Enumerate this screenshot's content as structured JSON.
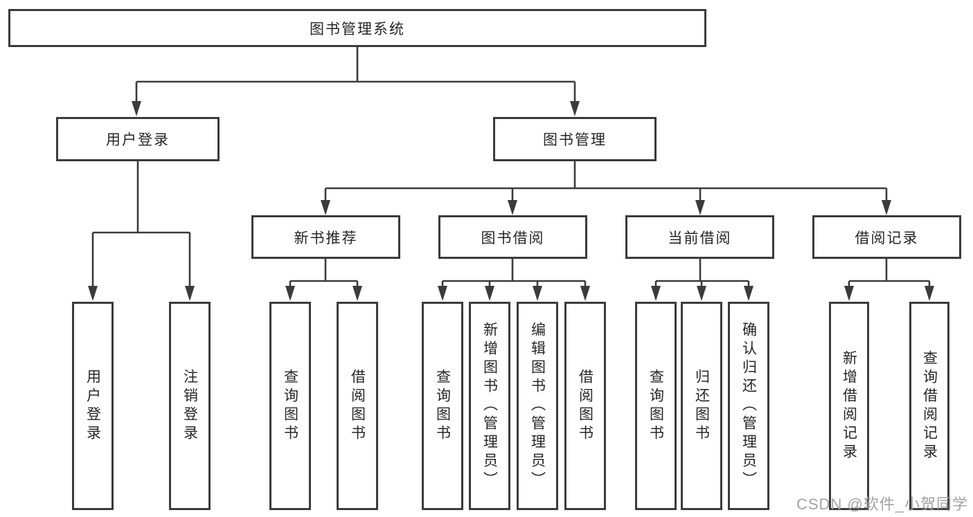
{
  "diagram": {
    "root": {
      "label": "图书管理系统"
    },
    "level2": [
      {
        "label": "用户登录"
      },
      {
        "label": "图书管理"
      }
    ],
    "level3": [
      {
        "label": "新书推荐",
        "parent": "图书管理"
      },
      {
        "label": "图书借阅",
        "parent": "图书管理"
      },
      {
        "label": "当前借阅",
        "parent": "图书管理"
      },
      {
        "label": "借阅记录",
        "parent": "图书管理"
      }
    ],
    "leaves": [
      {
        "label": "用户登录",
        "parent": "用户登录"
      },
      {
        "label": "注销登录",
        "parent": "用户登录"
      },
      {
        "label": "查询图书",
        "parent": "新书推荐"
      },
      {
        "label": "借阅图书",
        "parent": "新书推荐"
      },
      {
        "label": "查询图书",
        "parent": "图书借阅"
      },
      {
        "label": "新增图书（管理员）",
        "parent": "图书借阅"
      },
      {
        "label": "编辑图书（管理员）",
        "parent": "图书借阅"
      },
      {
        "label": "借阅图书",
        "parent": "图书借阅"
      },
      {
        "label": "查询图书",
        "parent": "当前借阅"
      },
      {
        "label": "归还图书",
        "parent": "当前借阅"
      },
      {
        "label": "确认归还（管理员）",
        "parent": "当前借阅"
      },
      {
        "label": "新增借阅记录",
        "parent": "借阅记录"
      },
      {
        "label": "查询借阅记录",
        "parent": "借阅记录"
      }
    ],
    "watermark": "CSDN @软件_小贺同学",
    "colors": {
      "line": "#3b3b3b",
      "border": "#3b3b3b",
      "text": "#262626",
      "watermark": "#9e9e9e",
      "background": "#ffffff"
    }
  }
}
